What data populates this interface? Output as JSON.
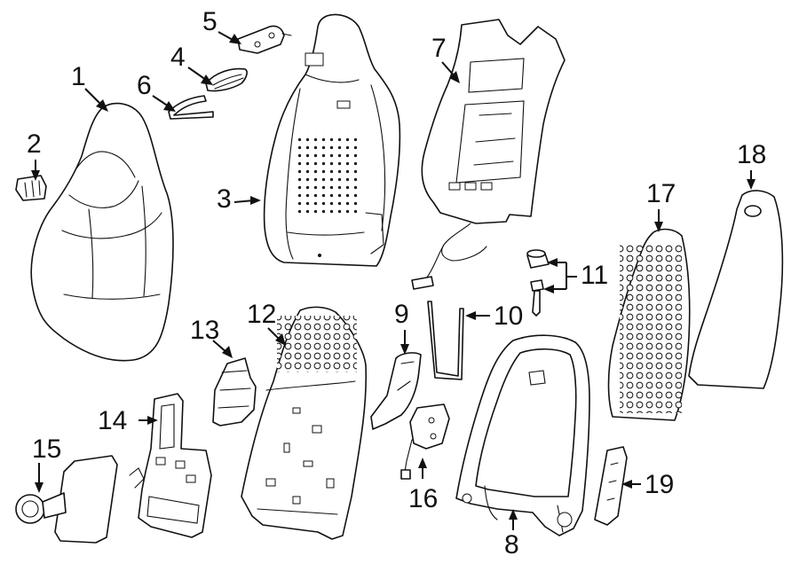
{
  "callouts": {
    "c1": "1",
    "c2": "2",
    "c3": "3",
    "c4": "4",
    "c5": "5",
    "c6": "6",
    "c7": "7",
    "c8": "8",
    "c9": "9",
    "c10": "10",
    "c11": "11",
    "c12": "12",
    "c13": "13",
    "c14": "14",
    "c15": "15",
    "c16": "16",
    "c17": "17",
    "c18": "18",
    "c19": "19"
  },
  "style": {
    "line_color": "#111111",
    "background": "#ffffff"
  }
}
